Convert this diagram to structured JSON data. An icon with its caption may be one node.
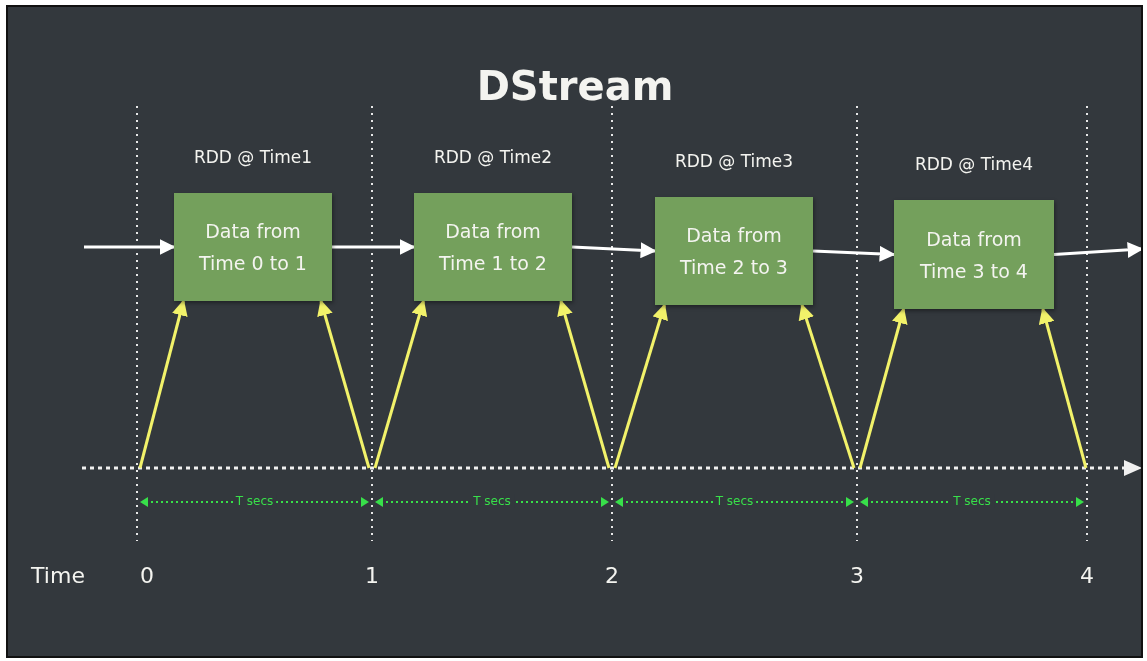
{
  "diagram": {
    "title": "DStream",
    "nodes": [
      {
        "text": [
          "Data from Time 0 to 1"
        ],
        "beside": [
          "RDD @ Time1"
        ]
      },
      {
        "text": [
          "Data from Time 1 to 2"
        ],
        "beside": [
          "RDD @ Time2"
        ]
      },
      {
        "text": [
          "Data from Time 2 to 3"
        ],
        "beside": [
          "RDD @ Time3"
        ]
      },
      {
        "text": [
          "Data from Time 3 to 4"
        ],
        "beside": [
          "RDD @ Time4"
        ]
      }
    ],
    "edges": [
      {
        "from": null,
        "to": 0,
        "arrow": "to",
        "color": "#ffffff"
      },
      {
        "from": 0,
        "to": 1,
        "arrow": "to",
        "color": "#ffffff"
      },
      {
        "from": 1,
        "to": 2,
        "arrow": "to",
        "color": "#ffffff"
      },
      {
        "from": 2,
        "to": 3,
        "arrow": "to",
        "color": "#ffffff"
      },
      {
        "from": 3,
        "to": null,
        "arrow": "to",
        "color": "#ffffff"
      },
      {
        "from": null,
        "to": 0,
        "arrow": "to"
      },
      {
        "from": null,
        "to": 0,
        "arrow": "to"
      },
      {
        "from": null,
        "to": 1,
        "arrow": "to"
      },
      {
        "from": null,
        "to": 1,
        "arrow": "to"
      },
      {
        "from": null,
        "to": 2,
        "arrow": "to"
      },
      {
        "from": null,
        "to": 2,
        "arrow": "to"
      },
      {
        "from": null,
        "to": 3,
        "arrow": "to"
      },
      {
        "from": null,
        "to": 3,
        "arrow": "to"
      }
    ],
    "labels": [
      "T secs",
      "T secs",
      "T secs",
      "T secs",
      "Time",
      "0",
      "1",
      "2",
      "3",
      "4"
    ]
  }
}
